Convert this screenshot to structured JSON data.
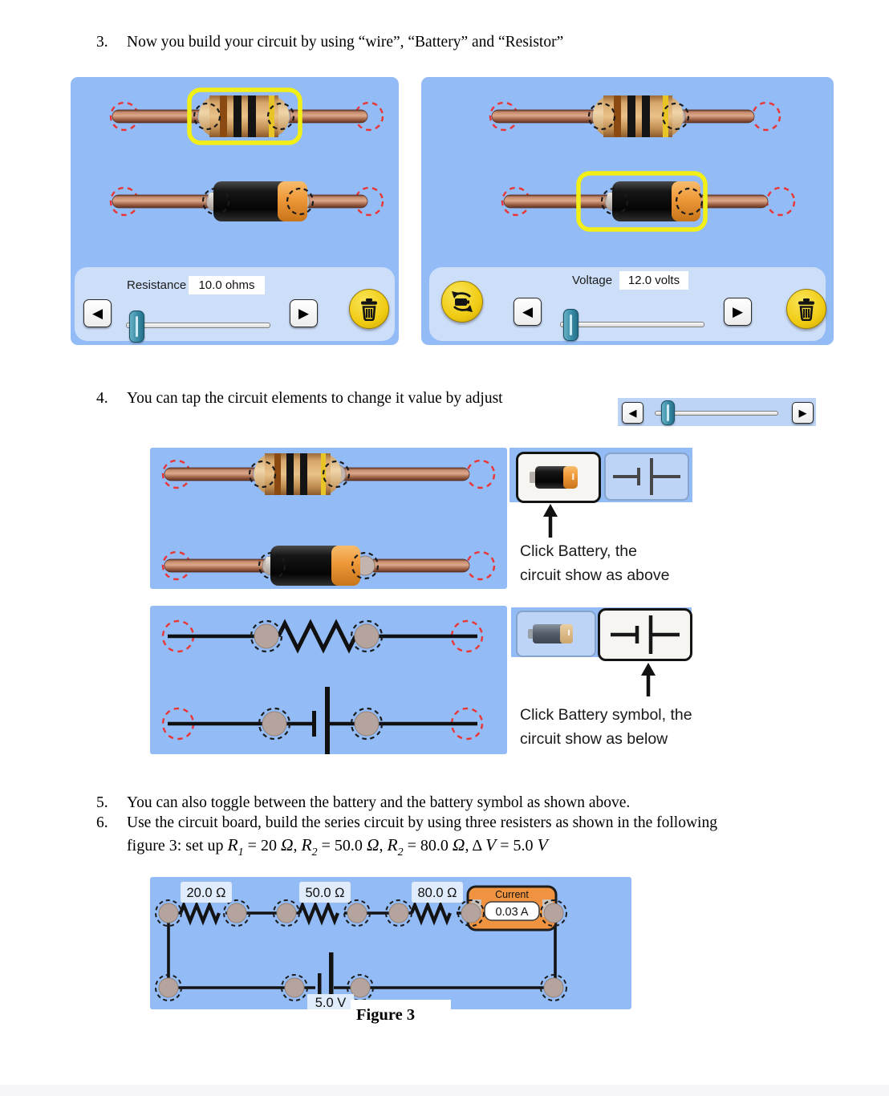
{
  "instructions": {
    "item3": {
      "num": "3.",
      "text": "Now you build your circuit by using “wire”, “Battery” and “Resistor”"
    },
    "item4": {
      "num": "4.",
      "text": "You can tap the circuit elements to change it value by adjust"
    },
    "item5": {
      "num": "5.",
      "text": "You can also toggle between the battery and the battery symbol as shown above."
    },
    "item6": {
      "num": "6.",
      "text": "Use the circuit board, build the series circuit by using three resisters as shown in the following"
    },
    "item6_math": [
      {
        "t": "figure 3: set up "
      },
      {
        "t": "R"
      },
      {
        "t": "1"
      },
      {
        "t": " = 20 "
      },
      {
        "t": "Ω"
      },
      {
        "t": ", "
      },
      {
        "t": "R"
      },
      {
        "t": "2"
      },
      {
        "t": " = 50.0 "
      },
      {
        "t": "Ω"
      },
      {
        "t": ", "
      },
      {
        "t": "R"
      },
      {
        "t": "2"
      },
      {
        "t": " = 80.0 "
      },
      {
        "t": "Ω"
      },
      {
        "t": ", Δ "
      },
      {
        "t": "V"
      },
      {
        "t": " = 5.0 "
      },
      {
        "t": "V"
      }
    ]
  },
  "resistor_panel": {
    "label": "Resistance",
    "value": "10.0 ohms"
  },
  "battery_panel": {
    "label": "Voltage",
    "value": "12.0 volts"
  },
  "toggle1": {
    "line1": "Click Battery, the",
    "line2": "circuit show as above"
  },
  "toggle2": {
    "line1": "Click Battery symbol, the",
    "line2": "circuit show as below"
  },
  "figure3": {
    "r1": "20.0 Ω",
    "r2": "50.0 Ω",
    "r3": "80.0 Ω",
    "current_label": "Current",
    "current_value": "0.03 A",
    "voltage_label": "5.0 V",
    "caption": "Figure 3"
  },
  "icons": {
    "step_left_glyph": "◀",
    "step_right_glyph": "▶"
  },
  "colors": {
    "panel_blue": "#93bbf5",
    "footer_blue": "#cddef9",
    "widget_blue": "#bdd4f6",
    "highlight_yellow": "#f2ef16",
    "button_yellow": "#f0cb12",
    "slider_teal": "#3a8ca6",
    "copper_wire": "#b97a63",
    "battery_orange": "#f09b3c",
    "ammeter_orange": "#ef9340",
    "red_dashed": "#ea3535"
  }
}
